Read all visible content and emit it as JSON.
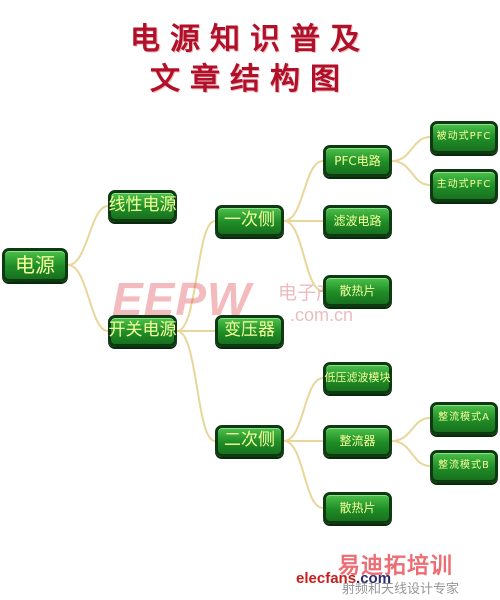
{
  "title": {
    "line1": "电源知识普及",
    "line2": "文章结构图"
  },
  "nodes": {
    "root": "电源",
    "linear": "线性电源",
    "switching": "开关电源",
    "primary": "一次侧",
    "transformer": "变压器",
    "secondary": "二次侧",
    "pfc_circuit": "PFC电路",
    "filter_circuit": "滤波电路",
    "heatsink_primary": "散热片",
    "passive_pfc": "被动式PFC",
    "active_pfc": "主动式PFC",
    "lowpass_module": "低压滤波模块",
    "rectifier": "整流器",
    "heatsink_secondary": "散热片",
    "rect_module_a": "整流模式A",
    "rect_module_b": "整流模式B"
  },
  "watermarks": {
    "eepw": "EEPW",
    "eepw_cn": "电子产品世界",
    "eepw_url": ".com.cn",
    "training": "易迪拓培训",
    "training_sub": "射频和天线设计专家",
    "site_prefix": "elecfans",
    "site_suffix": ".com"
  },
  "colors": {
    "title": "#b0102a",
    "node_fill": "#2a9c31",
    "node_border": "#0e3a12",
    "node_text": "#f5ff9a",
    "connector": "#e8d69a"
  }
}
